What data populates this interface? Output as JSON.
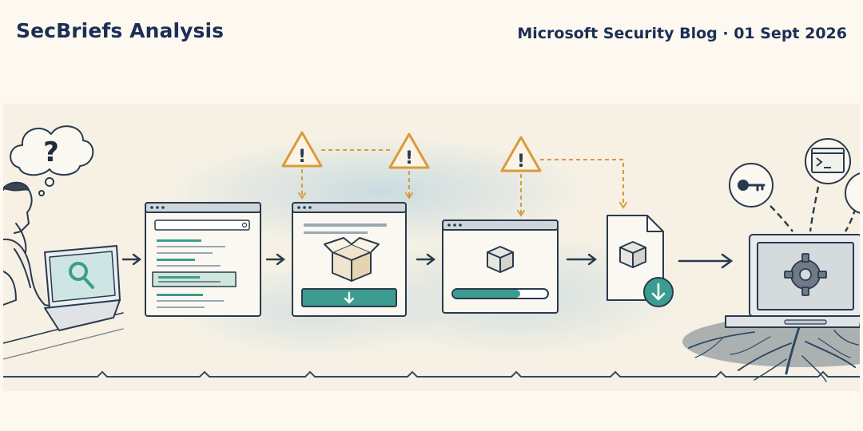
{
  "header": {
    "brand": "SecBriefs Analysis",
    "source": "Microsoft Security Blog · 01 Sept 2026"
  },
  "illustration": {
    "steps": [
      {
        "name": "user-searching",
        "icon": "magnifier-icon"
      },
      {
        "name": "search-results",
        "icon": "browser-icon"
      },
      {
        "name": "fake-download-page",
        "icon": "package-icon"
      },
      {
        "name": "download-progress",
        "icon": "progress-icon"
      },
      {
        "name": "downloaded-file",
        "icon": "file-download-icon"
      },
      {
        "name": "infected-laptop",
        "icon": "gear-icon"
      }
    ],
    "warning_symbol": "!",
    "question_symbol": "?",
    "colors": {
      "ink": "#2a3a4e",
      "teal": "#3c9c90",
      "warning": "#d99a3a",
      "haze": "#bcd4de"
    }
  }
}
